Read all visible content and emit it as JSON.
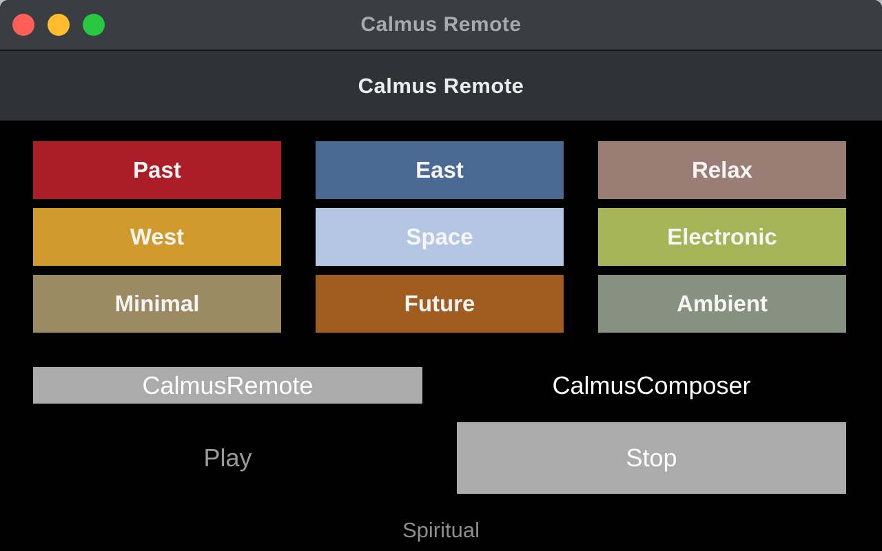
{
  "window": {
    "titlebar_title": "Calmus Remote",
    "header_title": "Calmus Remote",
    "traffic_lights": {
      "close_color": "#ff5f57",
      "minimize_color": "#febc2e",
      "zoom_color": "#28c840"
    }
  },
  "mood_grid": {
    "buttons": [
      {
        "label": "Past",
        "color": "#ab1e28"
      },
      {
        "label": "East",
        "color": "#4a6a94"
      },
      {
        "label": "Relax",
        "color": "#9a7e76"
      },
      {
        "label": "West",
        "color": "#d19a2d"
      },
      {
        "label": "Space",
        "color": "#b3c7e4"
      },
      {
        "label": "Electronic",
        "color": "#a4b457"
      },
      {
        "label": "Minimal",
        "color": "#9b8962"
      },
      {
        "label": "Future",
        "color": "#a15c20"
      },
      {
        "label": "Ambient",
        "color": "#879180"
      }
    ]
  },
  "target_selector": {
    "remote_label": "CalmusRemote",
    "composer_label": "CalmusComposer",
    "selected_bg": "#ababab"
  },
  "transport": {
    "play_label": "Play",
    "play_color": "#9b9b9b",
    "stop_label": "Stop",
    "stop_bg": "#ababab"
  },
  "status": {
    "current_mood": "Spiritual"
  }
}
